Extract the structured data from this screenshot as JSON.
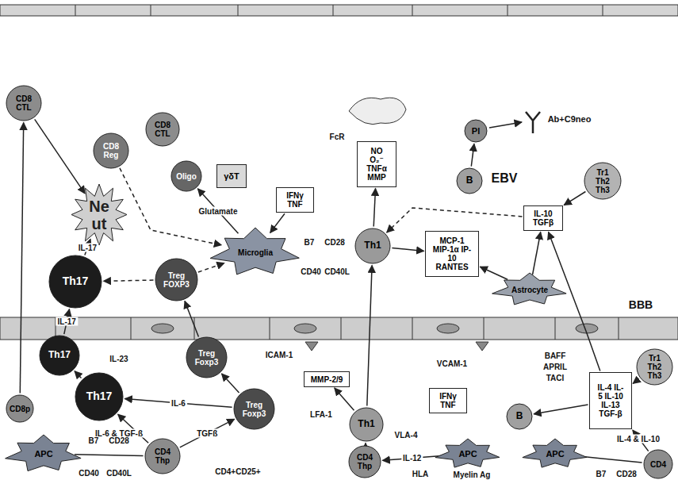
{
  "diagram": {
    "nodes": [
      {
        "text": [
          "CD8 CTL"
        ]
      },
      {
        "text": [
          "CD8 Reg"
        ]
      },
      {
        "text": [
          "CD8 CTL"
        ]
      },
      {
        "text": [
          "Oligo"
        ]
      },
      {
        "text": [
          "γδT"
        ]
      },
      {
        "text": [
          "NO O₂⁻ TNFα MMP"
        ]
      },
      {
        "text": [
          "Pl"
        ]
      },
      {
        "text": [
          "B"
        ]
      },
      {
        "text": [
          "Tr1 Th2 Th3"
        ]
      },
      {
        "text": [
          "Ne ut"
        ]
      },
      {
        "text": [
          "IFNγ TNF"
        ]
      },
      {
        "text": [
          "IL-10 TGFβ"
        ]
      },
      {
        "text": [
          "Microglia"
        ]
      },
      {
        "text": [
          "Th17"
        ]
      },
      {
        "text": [
          "Treg FOXP3"
        ]
      },
      {
        "text": [
          "Th1"
        ]
      },
      {
        "text": [
          "MCP-1 MIP-1α IP-10 RANTES"
        ]
      },
      {
        "text": [
          "Astrocyte"
        ]
      },
      {
        "text": [
          "Th17"
        ]
      },
      {
        "text": [
          "Treg Foxp3"
        ]
      },
      {
        "text": [
          "MMP-2/9"
        ]
      },
      {
        "text": [
          "Th17"
        ]
      },
      {
        "text": [
          "Treg Foxp3"
        ]
      },
      {
        "text": [
          "IFNγ TNF"
        ]
      },
      {
        "text": [
          "Tr1 Th2 Th3"
        ]
      },
      {
        "text": [
          "CD8p"
        ]
      },
      {
        "text": [
          "Th1"
        ]
      },
      {
        "text": [
          "B"
        ]
      },
      {
        "text": [
          "IL-4 IL-5 IL-10 IL-13 TGF-β"
        ]
      },
      {
        "text": [
          "APC"
        ]
      },
      {
        "text": [
          "CD4 Thp"
        ]
      },
      {
        "text": [
          "CD4 Thp"
        ]
      },
      {
        "text": [
          "APC"
        ]
      },
      {
        "text": [
          "APC"
        ]
      },
      {
        "text": [
          "CD4"
        ]
      }
    ],
    "edges": [
      {
        "from": 25,
        "to": 0,
        "arrow": "to"
      },
      {
        "from": 0,
        "to": 9,
        "arrow": "to"
      },
      {
        "from": 13,
        "to": 9,
        "arrow": "to",
        "label": "IL-17"
      },
      {
        "from": 1,
        "to": 12,
        "arrow": "to"
      },
      {
        "from": 14,
        "to": 13,
        "arrow": "to"
      },
      {
        "from": 14,
        "to": 12,
        "arrow": "to"
      },
      {
        "from": 12,
        "to": 3,
        "arrow": "to",
        "label": "Glutamate"
      },
      {
        "from": 10,
        "to": 12,
        "arrow": "to"
      },
      {
        "from": 15,
        "to": 5,
        "arrow": "to"
      },
      {
        "from": 15,
        "to": 16,
        "arrow": "to"
      },
      {
        "from": 7,
        "to": 6,
        "arrow": "to"
      },
      {
        "from": 8,
        "to": 11,
        "arrow": "to"
      },
      {
        "from": 11,
        "to": 15,
        "arrow": "to"
      },
      {
        "from": 17,
        "to": 11,
        "arrow": "to"
      },
      {
        "from": 17,
        "to": 16,
        "arrow": "to"
      },
      {
        "from": 18,
        "to": 13,
        "arrow": "to",
        "label": "IL-17"
      },
      {
        "from": 21,
        "to": 18,
        "arrow": "to",
        "label": "IL-23"
      },
      {
        "from": 29,
        "to": 30,
        "arrow": "none"
      },
      {
        "from": 30,
        "to": 21,
        "arrow": "to",
        "label": "IL-6 & TGF-ß"
      },
      {
        "from": 30,
        "to": 22,
        "arrow": "to",
        "label": "TGFß"
      },
      {
        "from": 22,
        "to": 21,
        "arrow": "to",
        "label": "IL-6"
      },
      {
        "from": 22,
        "to": 19,
        "arrow": "to"
      },
      {
        "from": 19,
        "to": 14,
        "arrow": "to"
      },
      {
        "from": 32,
        "to": 31,
        "arrow": "to",
        "label": "IL-12"
      },
      {
        "from": 31,
        "to": 26,
        "arrow": "to"
      },
      {
        "from": 26,
        "to": 15,
        "arrow": "to"
      },
      {
        "from": 26,
        "to": 20,
        "arrow": "to"
      },
      {
        "from": 33,
        "to": 34,
        "arrow": "none"
      },
      {
        "from": 34,
        "to": 28,
        "arrow": "to",
        "label": "IL-4 & IL-10"
      },
      {
        "from": 24,
        "to": 28,
        "arrow": "to"
      },
      {
        "from": 28,
        "to": 27,
        "arrow": "to"
      },
      {
        "from": 28,
        "to": 11,
        "arrow": "to"
      }
    ],
    "labels": [
      "FcR",
      "Ab+C9neo",
      "EBV",
      "B7",
      "CD28",
      "CD40",
      "CD40L",
      "BBB",
      "ICAM-1",
      "VCAM-1",
      "BAFF",
      "APRIL",
      "TACI",
      "LFA-1",
      "VLA-4",
      "B7",
      "CD28",
      "CD40",
      "CD40L",
      "CD4+CD25+",
      "HLA",
      "Myelin Ag",
      "B7",
      "CD28"
    ]
  }
}
